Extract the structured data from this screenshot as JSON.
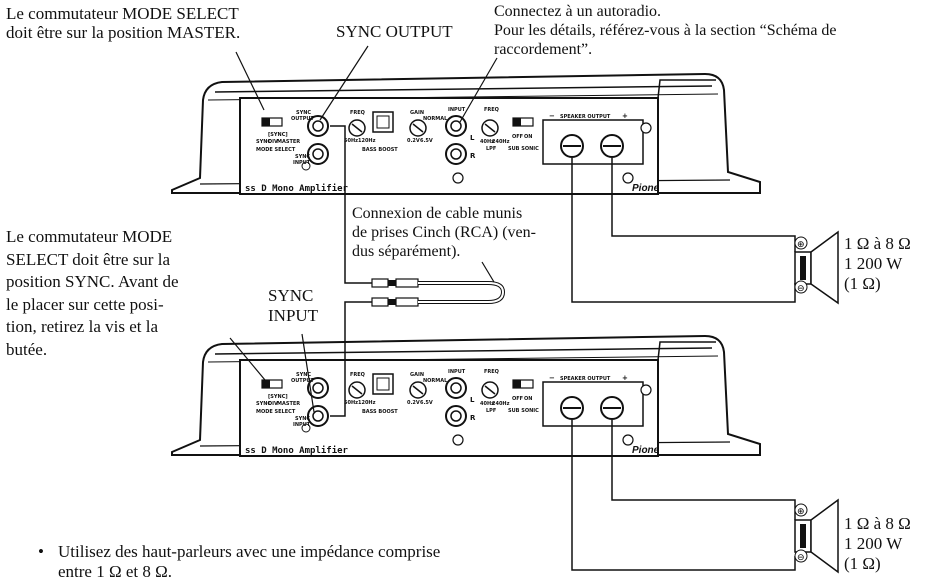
{
  "callouts": {
    "mode_master": [
      "Le commutateur MODE SELECT",
      "doit être sur la position MASTER."
    ],
    "sync_output": "SYNC OUTPUT",
    "head_unit": [
      "Connectez à un autoradio.",
      "Pour les détails, référez-vous à la section “Schéma de",
      "raccordement”."
    ],
    "rca_cable": [
      "Connexion de cable munis",
      "de prises Cinch (RCA) (ven-",
      "dus séparément)."
    ],
    "mode_sync": [
      "Le commutateur MODE",
      "SELECT doit être sur la",
      "position SYNC. Avant de",
      "le placer sur cette posi-",
      "tion, retirez la vis et la",
      "butée."
    ],
    "sync_input": [
      "SYNC",
      "INPUT"
    ]
  },
  "speaker_top": [
    "1 Ω à 8 Ω",
    "1 200 W",
    "(1 Ω)"
  ],
  "speaker_bottom": [
    "1 Ω à 8 Ω",
    "1 200 W",
    "(1 Ω)"
  ],
  "note": {
    "bullet": "•",
    "lines": [
      "Utilisez des haut-parleurs avec une impédance comprise",
      "entre 1 Ω et 8 Ω."
    ]
  },
  "amp_panel": {
    "sync_output": [
      "SYNC",
      "OUTPUT"
    ],
    "sync_input": [
      "SYNC",
      "INPUT"
    ],
    "mode_select": "MODE SELECT",
    "mode_positions": [
      "SYNC",
      "DIV",
      "MASTER"
    ],
    "mode_bracket": "[SYNC]",
    "freq": "FREQ",
    "bass_freqs": [
      "50Hz",
      "120Hz"
    ],
    "bass_boost": "BASS BOOST",
    "gain": "GAIN",
    "gain_normal": "NORMAL",
    "gain_range": [
      "0.2V",
      "6.5V"
    ],
    "input": "INPUT",
    "input_l": "L",
    "input_r": "R",
    "lpf_freqs": [
      "40Hz",
      "240Hz"
    ],
    "lpf": "LPF",
    "subsonic_states": [
      "OFF",
      "ON"
    ],
    "subsonic": "SUB SONIC",
    "speaker_output": "SPEAKER OUTPUT",
    "speaker_minus": "−",
    "speaker_plus": "+",
    "model_name": "ss D Mono Amplifier",
    "brand": "Pione"
  },
  "speaker_terminals": {
    "plus": "⊕",
    "minus": "⊖"
  }
}
